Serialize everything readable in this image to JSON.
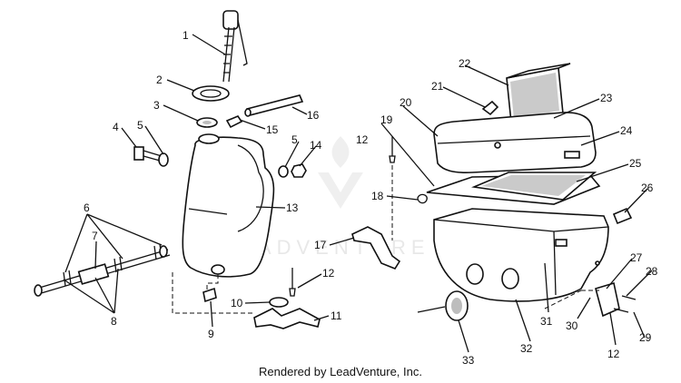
{
  "watermark": "LEADVENTURE",
  "credit": "Rendered by LeadVenture, Inc.",
  "callouts": [
    "1",
    "2",
    "3",
    "4",
    "5",
    "5",
    "14",
    "16",
    "15",
    "13",
    "6",
    "7",
    "8",
    "9",
    "10",
    "12",
    "11",
    "12",
    "17",
    "18",
    "19",
    "20",
    "21",
    "22",
    "23",
    "24",
    "25",
    "26",
    "27",
    "28",
    "29",
    "30",
    "31",
    "32",
    "33",
    "12"
  ]
}
